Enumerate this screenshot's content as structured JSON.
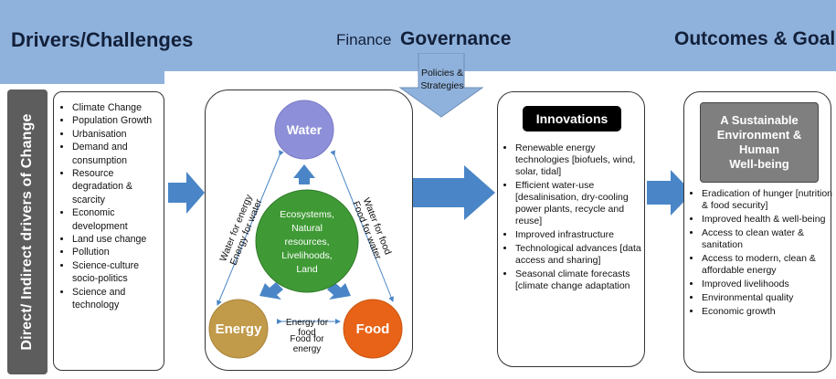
{
  "header": {
    "drivers_title": "Drivers/Challenges",
    "finance": "Finance",
    "governance": "Governance",
    "outcomes_title": "Outcomes & Goals",
    "policies": [
      "Policies &",
      "Strategies"
    ]
  },
  "sidebar": {
    "label": "Direct/ Indirect drivers of Change"
  },
  "drivers": [
    "Climate Change",
    "Population Growth",
    "Urbanisation",
    "Demand and consumption",
    "Resource degradation & scarcity",
    "Economic development",
    "Land use change",
    "Pollution",
    "Science-culture socio-politics",
    "Science and technology"
  ],
  "nexus": {
    "water": "Water",
    "energy": "Energy",
    "food": "Food",
    "center": [
      "Ecosystems,",
      "Natural",
      "resources,",
      "Livelihoods,",
      "Land"
    ],
    "water_energy_1": "Water for energy",
    "water_energy_2": "Energy for water",
    "water_food_1": "Water for food",
    "water_food_2": "Food for water",
    "energy_food_1": "Energy for food",
    "energy_food_2": "Food for energy"
  },
  "innovations": {
    "title": "Innovations",
    "items": [
      "Renewable energy technologies [biofuels, wind, solar, tidal]",
      "Efficient water-use [desalinisation, dry-cooling power plants, recycle and reuse]",
      "Improved infrastructure",
      "Technological advances [data access and sharing]",
      "Seasonal climate forecasts [climate change adaptation"
    ]
  },
  "goals": {
    "title": [
      "A Sustainable",
      "Environment &",
      "Human",
      "Well-being"
    ],
    "items": [
      "Eradication of hunger [nutrition & food security]",
      "Improved health & well-being",
      "Access to clean water & sanitation",
      "Access to modern, clean & affordable energy",
      "Improved livelihoods",
      "Environmental quality",
      "Economic growth"
    ]
  },
  "colors": {
    "banner": "#8fb2dc",
    "arrow": "#4a86c7",
    "water": "#8e8fd9",
    "energy": "#c19a4a",
    "food": "#e86318",
    "center": "#3f9a35",
    "sidebar": "#5d5d5d"
  }
}
